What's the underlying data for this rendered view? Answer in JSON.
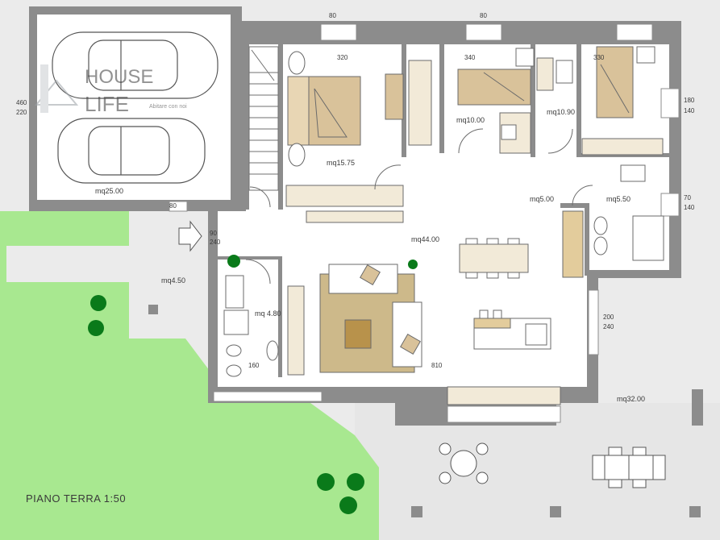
{
  "title": "PIANO TERRA 1:50",
  "watermark": {
    "line1": "HOUSE",
    "line2": "LIFE",
    "sub": "Abitare con noi"
  },
  "colors": {
    "wall": "#8c8c8c",
    "floor": "#ffffff",
    "lawn": "#a8e890",
    "paving": "#e3e3e3",
    "wood": "#d9c29a",
    "rug": "#cdb98a",
    "accent": "#0a7a1a"
  },
  "rooms": {
    "garage": "mq25.00",
    "bedroom_main": "mq15.75",
    "bedroom_2": "mq10.00",
    "bedroom_3": "mq10.90",
    "corridor": "mq5.00",
    "bathroom": "mq5.50",
    "living": "mq44.00",
    "entrance": "mq4.50",
    "wc": "mq 4.80",
    "terrace": "mq32.00"
  },
  "dimensions": {
    "d320": "320",
    "d340": "340",
    "d330": "330",
    "d180_140": [
      "180",
      "140"
    ],
    "d70_140": [
      "70",
      "140"
    ],
    "d200_240": [
      "200",
      "240"
    ],
    "d90_240": [
      "90",
      "240"
    ],
    "d460_220": [
      "460",
      "220"
    ],
    "d80_a": "80",
    "d80_b": "80",
    "d80_c": "80",
    "d810": "810",
    "d160": "160"
  }
}
